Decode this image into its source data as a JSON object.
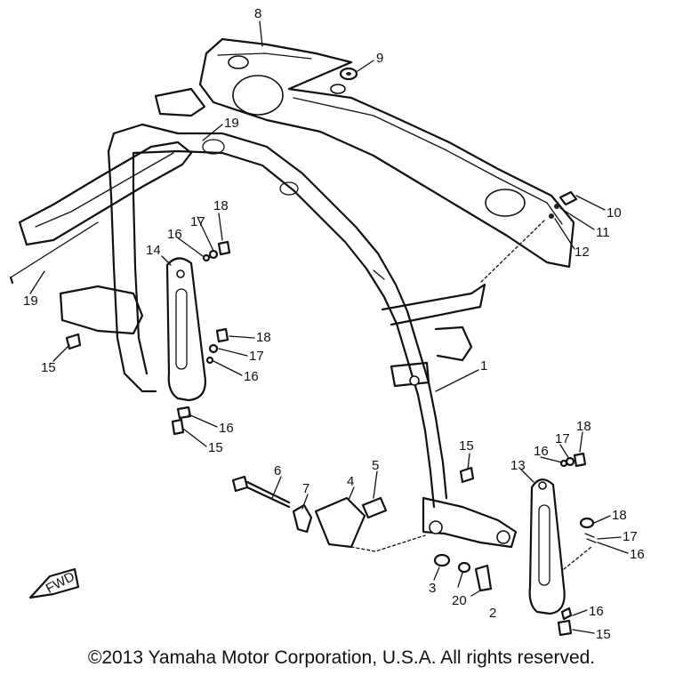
{
  "callouts": [
    {
      "id": "c1",
      "text": "1"
    },
    {
      "id": "c2",
      "text": "2"
    },
    {
      "id": "c3",
      "text": "3"
    },
    {
      "id": "c4",
      "text": "4"
    },
    {
      "id": "c5",
      "text": "5"
    },
    {
      "id": "c6",
      "text": "6"
    },
    {
      "id": "c7",
      "text": "7"
    },
    {
      "id": "c8",
      "text": "8"
    },
    {
      "id": "c9",
      "text": "9"
    },
    {
      "id": "c10",
      "text": "10"
    },
    {
      "id": "c11",
      "text": "11"
    },
    {
      "id": "c12",
      "text": "12"
    },
    {
      "id": "c13",
      "text": "13"
    },
    {
      "id": "c14",
      "text": "14"
    },
    {
      "id": "c15a",
      "text": "15"
    },
    {
      "id": "c15b",
      "text": "15"
    },
    {
      "id": "c15c",
      "text": "15"
    },
    {
      "id": "c15d",
      "text": "15"
    },
    {
      "id": "c16a",
      "text": "16"
    },
    {
      "id": "c16b",
      "text": "16"
    },
    {
      "id": "c16c",
      "text": "16"
    },
    {
      "id": "c16d",
      "text": "16"
    },
    {
      "id": "c16e",
      "text": "16"
    },
    {
      "id": "c16f",
      "text": "16"
    },
    {
      "id": "c17a",
      "text": "17"
    },
    {
      "id": "c17b",
      "text": "17"
    },
    {
      "id": "c17c",
      "text": "17"
    },
    {
      "id": "c17d",
      "text": "17"
    },
    {
      "id": "c18a",
      "text": "18"
    },
    {
      "id": "c18b",
      "text": "18"
    },
    {
      "id": "c18c",
      "text": "18"
    },
    {
      "id": "c18d",
      "text": "18"
    },
    {
      "id": "c19a",
      "text": "19"
    },
    {
      "id": "c19b",
      "text": "19"
    },
    {
      "id": "c20",
      "text": "20"
    }
  ],
  "fwd_label": "FWD",
  "copyright": "©2013 Yamaha Motor Corporation, U.S.A. All rights reserved."
}
